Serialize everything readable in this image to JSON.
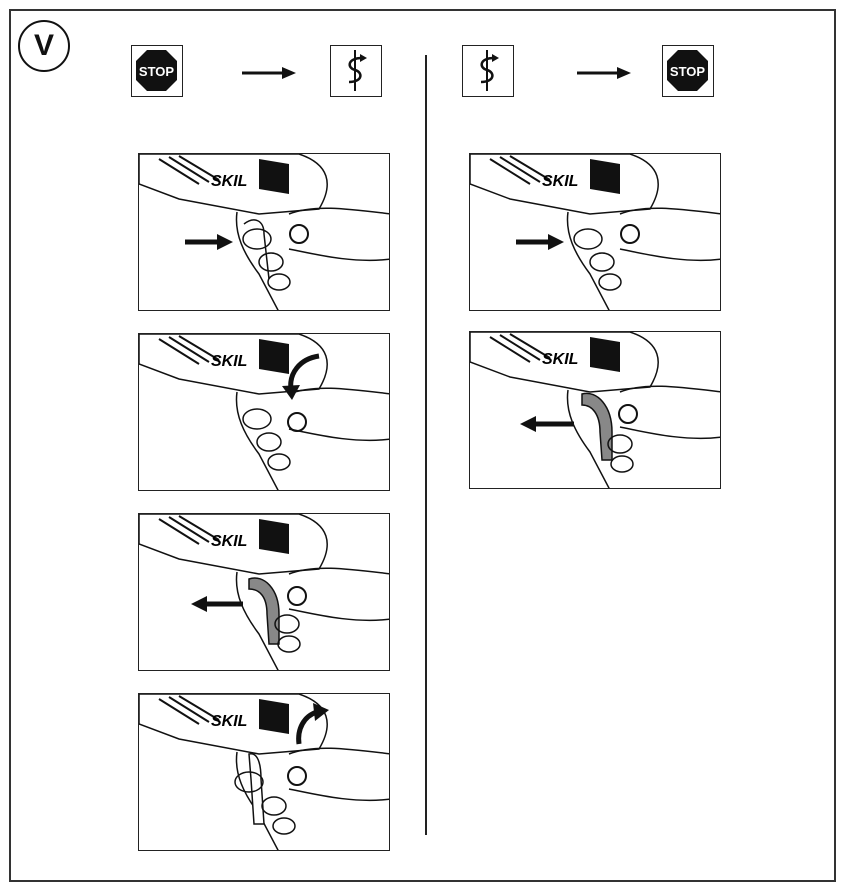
{
  "badge": {
    "label": "V"
  },
  "icons": {
    "stop_label": "STOP",
    "brand": "SKIL"
  },
  "sequences": {
    "left": [
      "stop-sign-icon",
      "arrow-right-icon",
      "rotation-icon"
    ],
    "right": [
      "rotation-icon",
      "arrow-right-icon",
      "stop-sign-icon"
    ]
  },
  "steps": {
    "left": [
      {
        "action": "press-button",
        "arrow": "arrow-right-icon"
      },
      {
        "action": "rotate-down",
        "arrow": "curved-arrow-down-icon"
      },
      {
        "action": "pull-trigger",
        "arrow": "arrow-left-icon"
      },
      {
        "action": "rotate-up",
        "arrow": "curved-arrow-up-icon"
      }
    ],
    "right": [
      {
        "action": "press-button",
        "arrow": "arrow-right-icon"
      },
      {
        "action": "pull-trigger",
        "arrow": "arrow-left-icon"
      }
    ]
  },
  "colors": {
    "ink": "#111111",
    "trigger": "#888888",
    "frame": "#333333"
  }
}
